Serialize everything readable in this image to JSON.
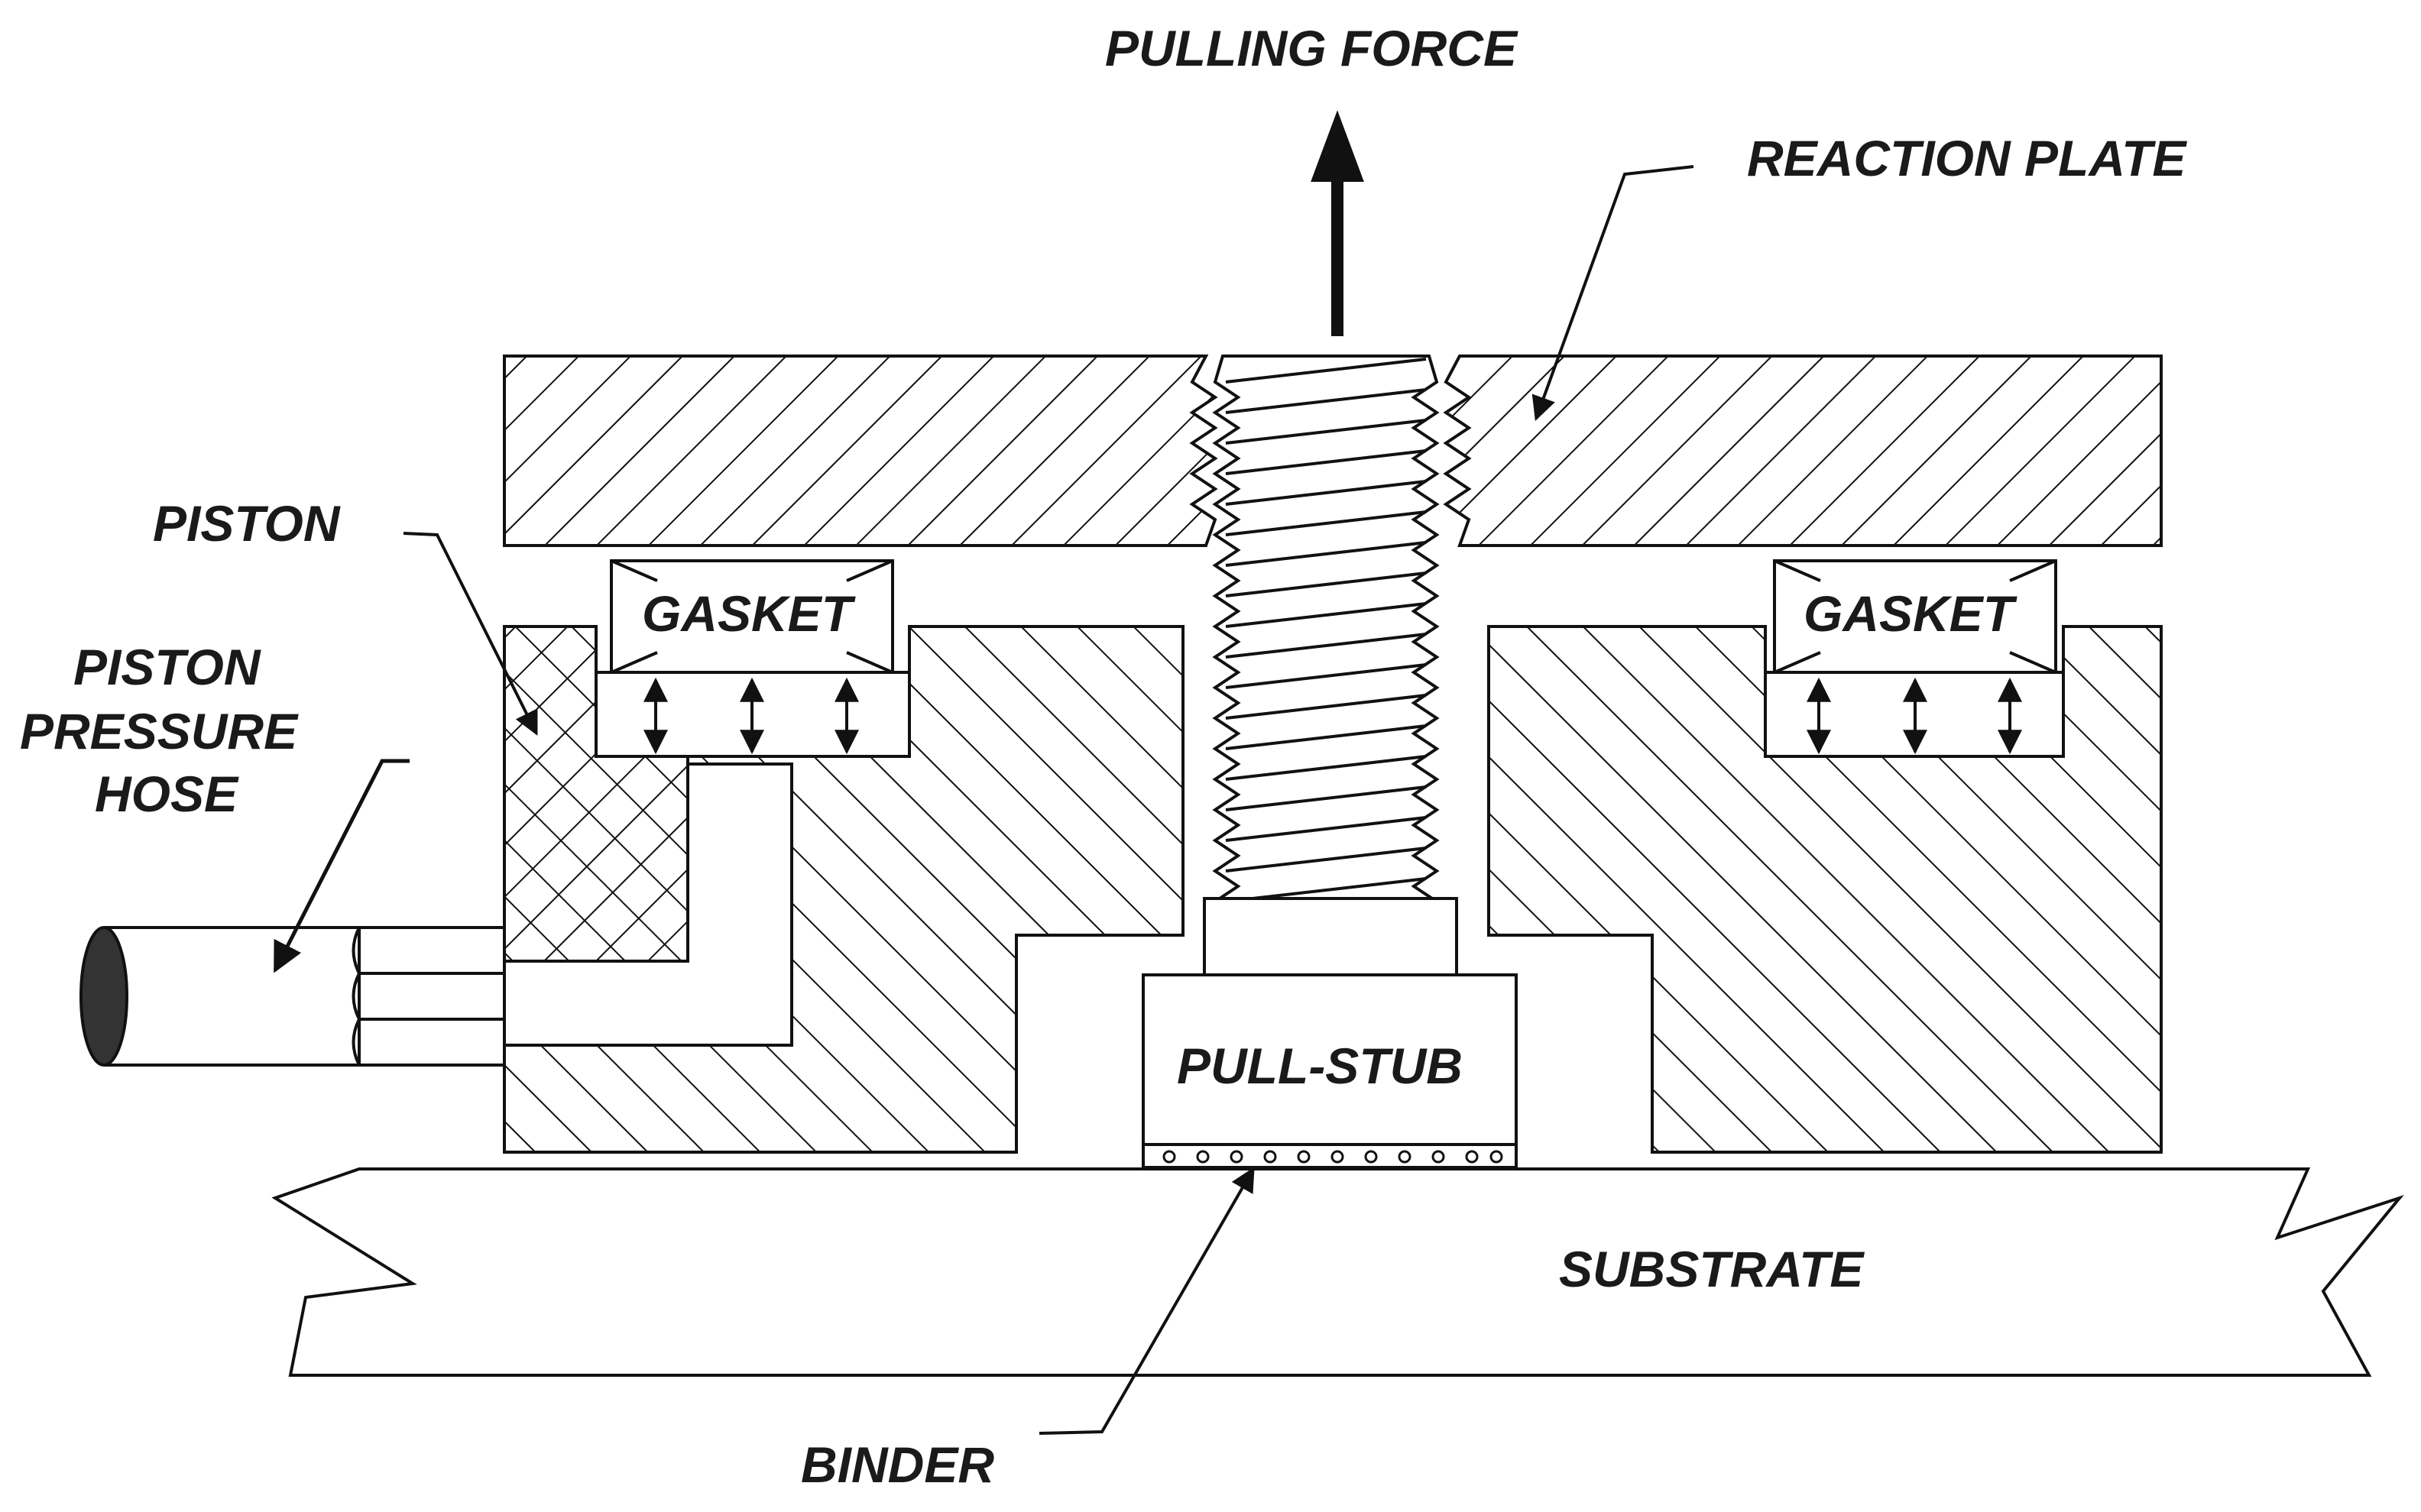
{
  "labels": {
    "pulling_force": "PULLING FORCE",
    "reaction_plate": "REACTION PLATE",
    "piston": "PISTON",
    "piston_pressure_hose": [
      "PISTON",
      "PRESSURE",
      "HOSE"
    ],
    "gasket_left": "GASKET",
    "gasket_right": "GASKET",
    "pull_stub": "PULL-STUB",
    "substrate": "SUBSTRATE",
    "binder": "BINDER"
  }
}
